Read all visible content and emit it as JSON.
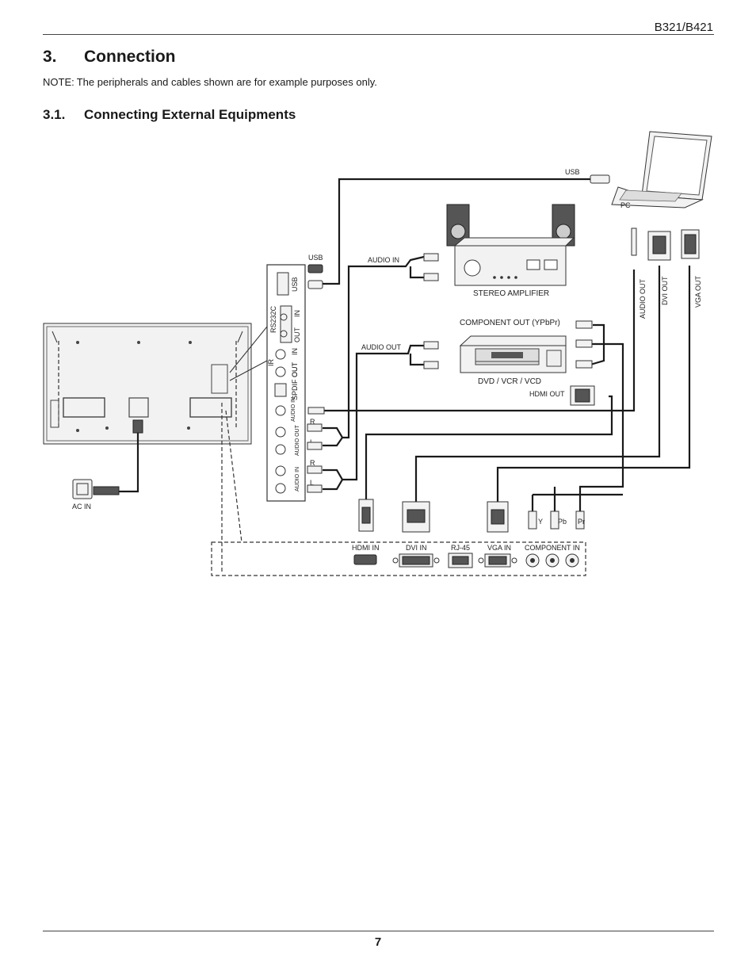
{
  "header": {
    "model": "B321/B421"
  },
  "section": {
    "number": "3.",
    "title": "Connection"
  },
  "note": {
    "label": "NOTE:",
    "text": "The peripherals and cables shown are for example purposes only."
  },
  "subsection": {
    "number": "3.1.",
    "title": "Connecting External Equipments"
  },
  "diagram": {
    "pc": {
      "label": "PC",
      "usb": "USB"
    },
    "amplifier": {
      "label": "STEREO AMPLIFIER",
      "port": "AUDIO IN"
    },
    "dvd": {
      "label": "DVD / VCR / VCD",
      "component_out": "COMPONENT OUT (YPbPr)",
      "audio_out": "AUDIO OUT",
      "hdmi_out": "HDMI OUT"
    },
    "pc_outputs": {
      "audio": "AUDIO OUT",
      "dvi": "DVI OUT",
      "vga": "VGA OUT"
    },
    "panel": {
      "usb_top": "USB",
      "usb": "USB",
      "rs232c": "RS232C",
      "rs_out": "OUT",
      "rs_in": "IN",
      "ir": "IR",
      "ir_in": "IN",
      "ir_out": "OUT",
      "spdif": "SPDIF OUT",
      "audio_in_top": "AUDIO IN",
      "audio_out": "AUDIO OUT",
      "audio_in": "AUDIO IN",
      "r1": "R",
      "l1": "L",
      "r2": "R",
      "l2": "L"
    },
    "ac_in": "AC IN",
    "bottom_ports": {
      "hdmi": "HDMI IN",
      "dvi": "DVI IN",
      "rj45": "RJ-45",
      "vga": "VGA IN",
      "component": "COMPONENT IN"
    },
    "component_plugs": {
      "y": "Y",
      "pb": "Pb",
      "pr": "Pr"
    }
  },
  "footer": {
    "page": "7"
  }
}
